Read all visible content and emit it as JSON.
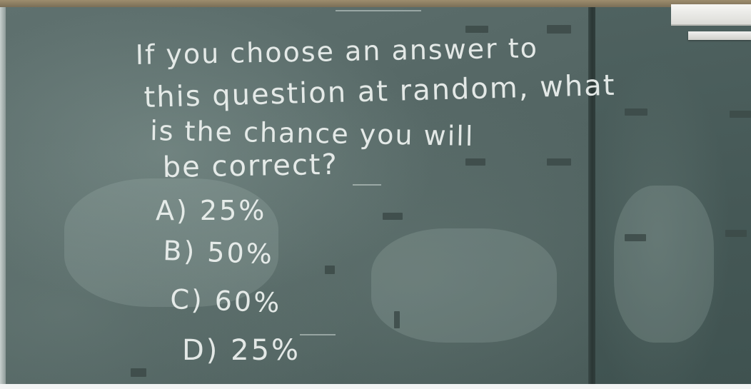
{
  "question": {
    "lines": [
      "If you choose an answer to",
      "this question at random, what",
      "is the chance you will",
      "be correct?"
    ]
  },
  "options": [
    "A) 25%",
    "B) 50%",
    "C) 60%",
    "D) 25%"
  ],
  "colors": {
    "board": "#566866",
    "chalk": "#eef2f0",
    "frame": "#9d8d6d"
  }
}
